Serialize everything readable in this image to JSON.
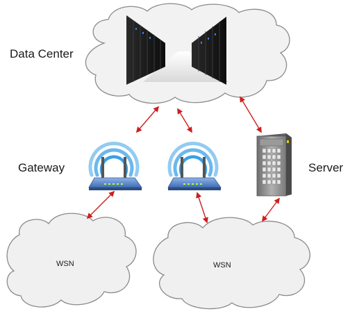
{
  "labels": {
    "data_center": "Data Center",
    "gateway": "Gateway",
    "server": "Server",
    "wsn_left": "WSN",
    "wsn_right": "WSN"
  },
  "colors": {
    "arrow": "#cc1f1f",
    "cloud_fill": "#eeeeee",
    "cloud_stroke": "#8a8a8a",
    "wifi_blue": "#3aa0e6",
    "router_body": "#5b87c9",
    "router_led": "#b6ff2e",
    "server_body": "#8f8f8f"
  },
  "icons": {
    "data_center": "server-racks-icon",
    "gateway_left": "wifi-router-icon",
    "gateway_right": "wifi-router-icon",
    "server": "tower-server-icon"
  }
}
